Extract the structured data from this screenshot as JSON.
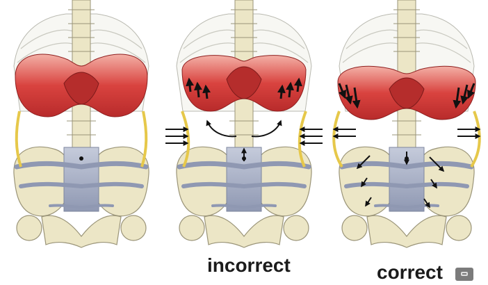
{
  "captions": {
    "incorrect": "incorrect",
    "correct": "correct"
  },
  "panels": [
    {
      "id": "neutral",
      "diaphragm_motion": "none"
    },
    {
      "id": "incorrect",
      "diaphragm_motion": "up",
      "side_arrows": "inward"
    },
    {
      "id": "correct",
      "diaphragm_motion": "down",
      "side_arrows": "outward"
    }
  ],
  "colors": {
    "muscle": "#d9433f",
    "muscle_light": "#f1a9a1",
    "bone": "#ece6c6",
    "bone_outline": "#9a9478",
    "spine": "#e7e2c4",
    "abdominal_wall": "#e6c84a",
    "pelvic_floor": "#aeb5c9",
    "arrow": "#111111"
  },
  "icons": {
    "overlay": "chat-bubble-icon"
  }
}
